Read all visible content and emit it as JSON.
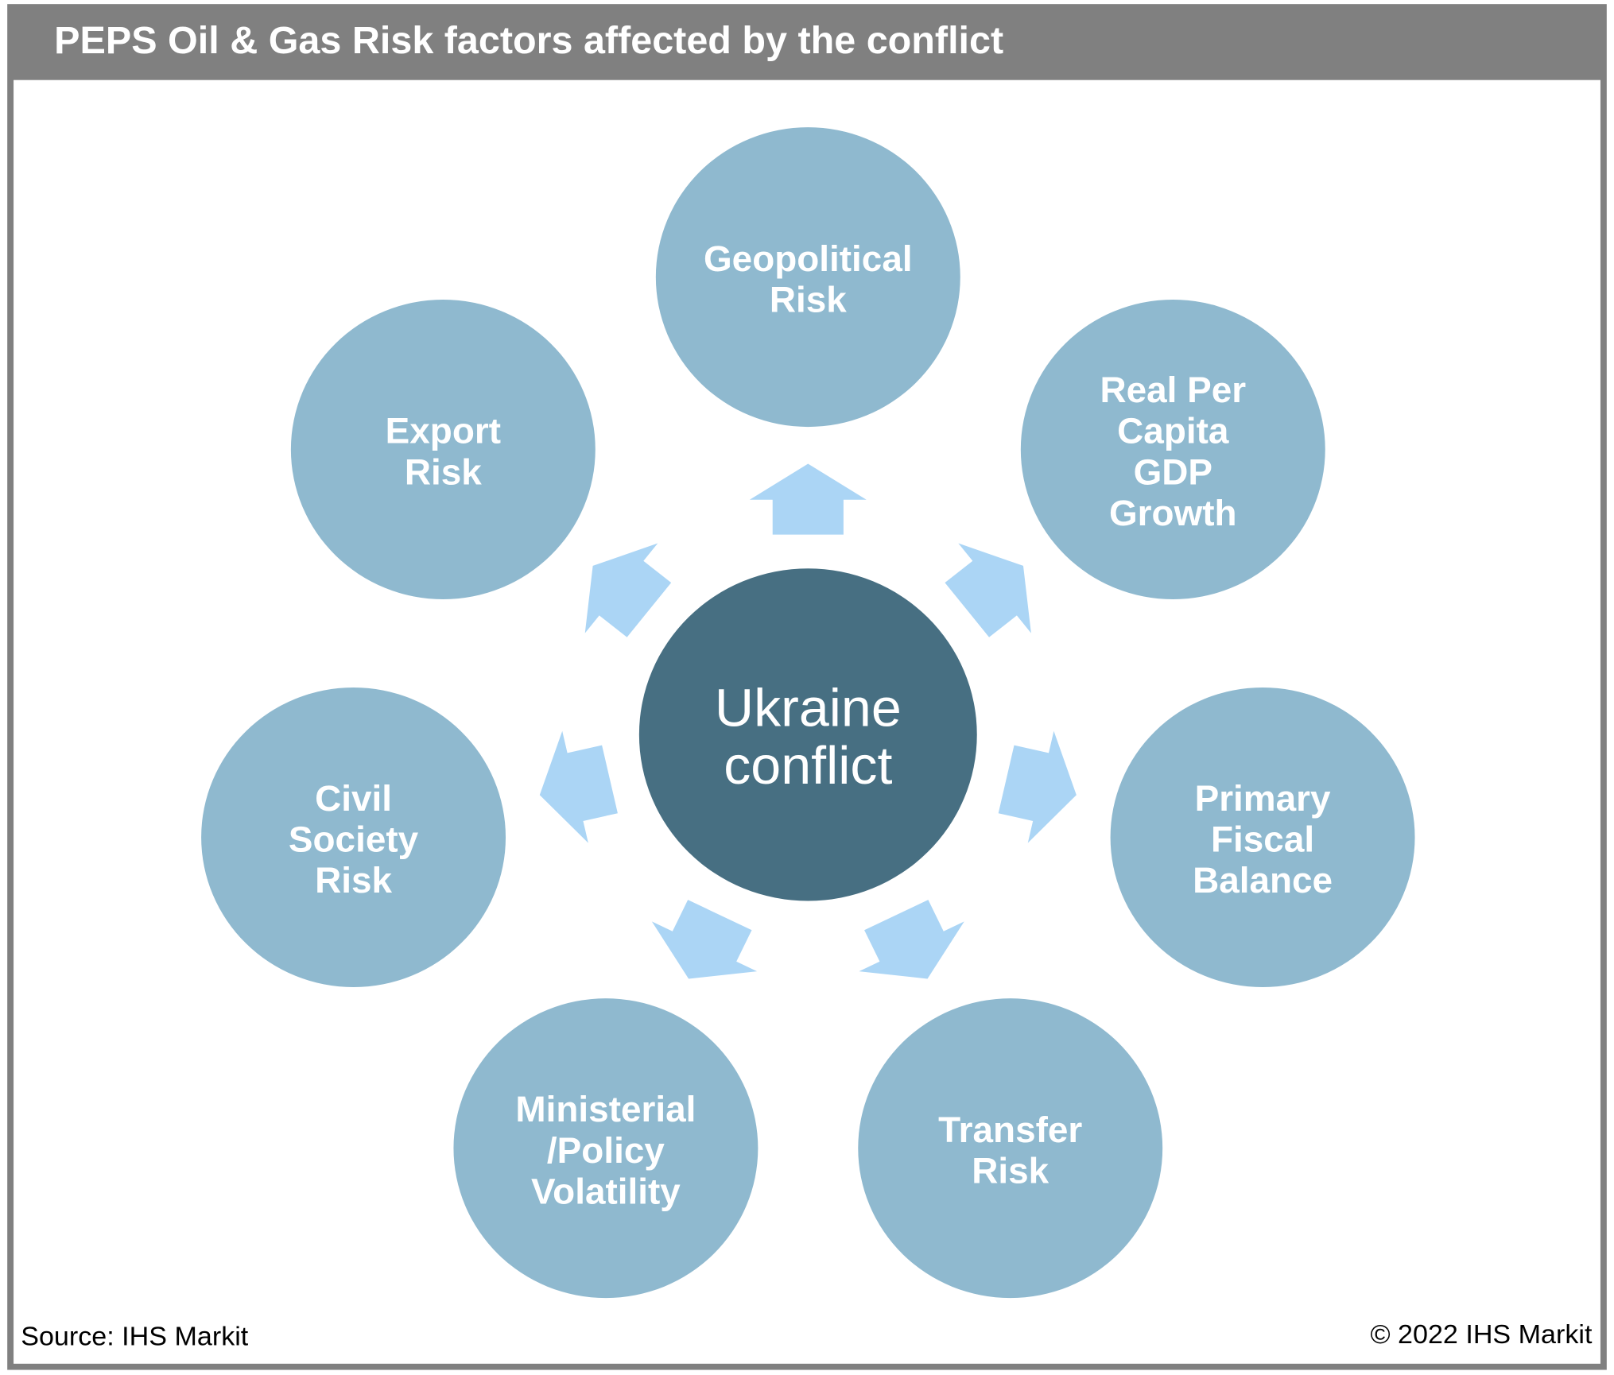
{
  "title": "PEPS Oil & Gas Risk factors affected by the conflict",
  "center": {
    "lines": [
      "Ukraine",
      "conflict"
    ]
  },
  "factors": [
    {
      "lines": [
        "Geopolitical",
        "Risk"
      ]
    },
    {
      "lines": [
        "Real Per",
        "Capita",
        "GDP",
        "Growth"
      ]
    },
    {
      "lines": [
        "Primary",
        "Fiscal",
        "Balance"
      ]
    },
    {
      "lines": [
        "Transfer",
        "Risk"
      ]
    },
    {
      "lines": [
        "Ministerial",
        "/Policy",
        "Volatility"
      ]
    },
    {
      "lines": [
        "Civil",
        "Society",
        "Risk"
      ]
    },
    {
      "lines": [
        "Export",
        "Risk"
      ]
    }
  ],
  "source": "Source: IHS Markit",
  "copyright": "© 2022 IHS Markit",
  "colors": {
    "frame": "#808080",
    "center": "#476f82",
    "factor": "#8fb9cf",
    "arrow": "#abd5f5"
  }
}
